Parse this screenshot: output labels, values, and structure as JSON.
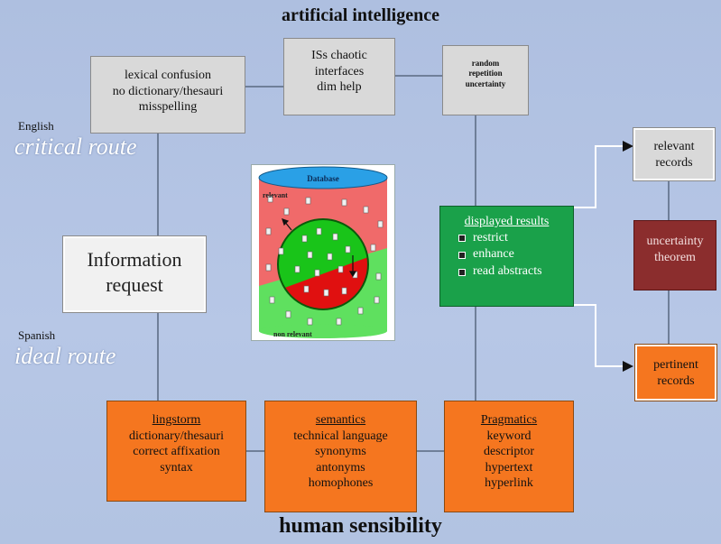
{
  "titles": {
    "top": "artificial intelligence",
    "bottom": "human sensibility"
  },
  "routes": {
    "english": {
      "language": "English",
      "route": "critical route"
    },
    "spanish": {
      "language": "Spanish",
      "route": "ideal route"
    }
  },
  "boxes": {
    "lexical": {
      "lines": [
        "lexical confusion",
        "no dictionary/thesauri",
        "misspelling"
      ]
    },
    "iss": {
      "lines": [
        "ISs chaotic",
        "interfaces",
        "dim help"
      ]
    },
    "random": {
      "lines": [
        "random",
        "repetition",
        "uncertainty"
      ]
    },
    "information_request": {
      "lines": [
        "Information",
        "request"
      ]
    },
    "displayed_results": {
      "heading": "displayed results",
      "items": [
        "restrict",
        "enhance",
        "read abstracts"
      ]
    },
    "relevant_records": {
      "lines": [
        "relevant",
        "records"
      ]
    },
    "uncertainty_theorem": {
      "lines": [
        "uncertainty",
        "theorem"
      ]
    },
    "pertinent_records": {
      "lines": [
        "pertinent",
        "records"
      ]
    },
    "lingstorm": {
      "heading": "lingstorm",
      "lines": [
        "dictionary/thesauri",
        "correct affixation",
        "syntax"
      ]
    },
    "semantics": {
      "heading": "semantics",
      "lines": [
        "technical language",
        "synonyms",
        "antonyms",
        "homophones"
      ]
    },
    "pragmatics": {
      "heading": "Pragmatics",
      "lines": [
        "keyword",
        "descriptor",
        "hypertext",
        "hyperlink"
      ]
    }
  },
  "database": {
    "title": "Database",
    "relevant_label": "relevant",
    "non_relevant_label": "non relevant"
  },
  "colors": {
    "orange": "#f5761f",
    "green": "#1aa14a",
    "maroon": "#8b2d2d",
    "grey": "#d9d9d9",
    "background": "#b7c7e2"
  }
}
